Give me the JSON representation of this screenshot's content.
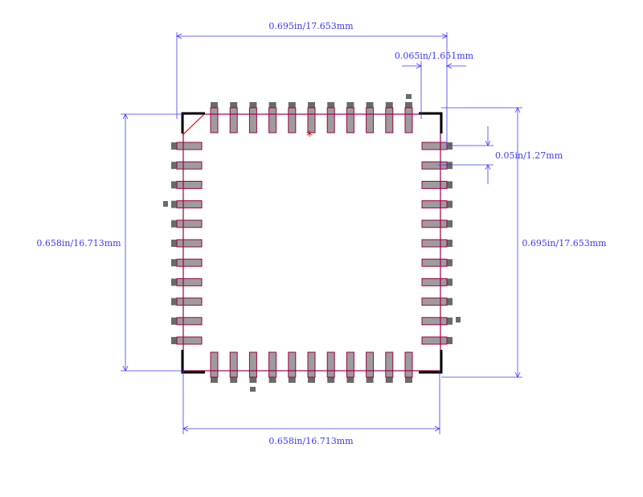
{
  "dimensions": {
    "top_width": "0.695in/17.653mm",
    "pitch_top": "0.065in/1.651mm",
    "pin_pitch": "0.05in/1.27mm",
    "left_height": "0.658in/16.713mm",
    "right_height": "0.695in/17.653mm",
    "bottom_width": "0.658in/16.713mm"
  },
  "package": {
    "pins_per_side": 11,
    "pin1_marker": "*"
  },
  "colors": {
    "dimension": "#3a3aff",
    "pad_outline": "#a0004a",
    "pad_fill": "#9c9c9c",
    "pad_dark": "#6a6a6a",
    "body": "#000000",
    "pin1": "#e00000"
  }
}
